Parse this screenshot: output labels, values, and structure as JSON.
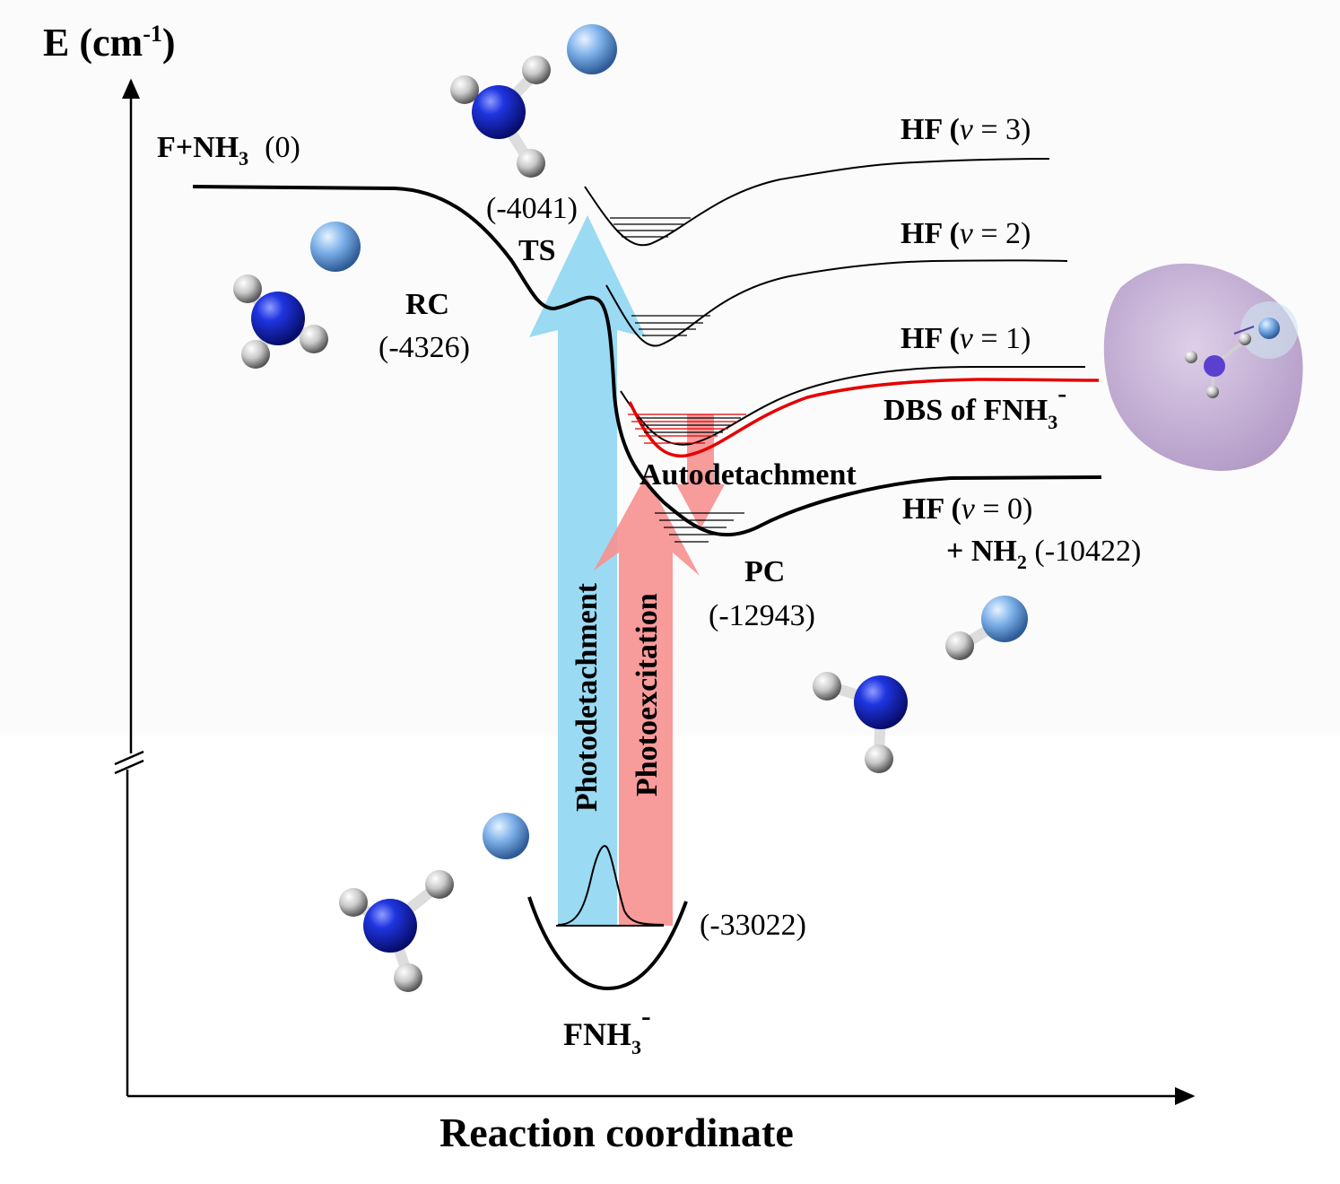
{
  "axes": {
    "y_label": "E (cm",
    "y_label_sup": "-1",
    "y_label_close": ")",
    "x_label": "Reaction coordinate"
  },
  "labels": {
    "reactant": "F+NH",
    "reactant_sub": "3",
    "reactant_energy": "(0)",
    "ts_energy": "(-4041)",
    "ts": "TS",
    "rc": "RC",
    "rc_energy": "(-4326)",
    "hf_v3_a": "HF (",
    "hf_v3_v": "v",
    "hf_v3_b": " = 3)",
    "hf_v2_a": "HF (",
    "hf_v2_v": "v",
    "hf_v2_b": " = 2)",
    "hf_v1_a": "HF (",
    "hf_v1_v": "v",
    "hf_v1_b": " = 1)",
    "hf_v0_a": "HF (",
    "hf_v0_v": "v",
    "hf_v0_b": " = 0)",
    "nh2_a": "+ NH",
    "nh2_sub": "2",
    "nh2_energy": " (-10422)",
    "dbs": "DBS of FNH",
    "dbs_sub": "3",
    "dbs_sup": "-",
    "autodetachment": "Autodetachment",
    "pc": "PC",
    "pc_energy": "(-12943)",
    "photodetachment": "Photodetachment",
    "photoexcitation": "Photoexcitation",
    "anion_energy": "(-33022)",
    "anion": "FNH",
    "anion_sub": "3",
    "anion_sup": "-"
  },
  "colors": {
    "photodetachment_arrow": "#8fd6f2",
    "photoexcitation_arrow": "#f79090",
    "dbs_curve": "#e60000",
    "nitrogen": "#1a2fd6",
    "hydrogen": "#d8d8d8",
    "fluorine": "#7fb2ea",
    "orbital": "#b89ccb"
  }
}
